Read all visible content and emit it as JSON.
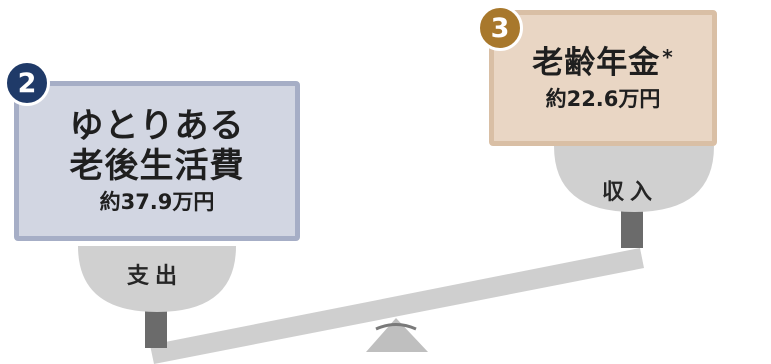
{
  "expense": {
    "badge": "2",
    "title_line1": "ゆとりある",
    "title_line2": "老後生活費",
    "amount": "約37.9万円",
    "pan_label": "支出"
  },
  "income": {
    "badge": "3",
    "title": "老齢年金",
    "title_mark": "*",
    "amount": "約22.6万円",
    "pan_label": "収入"
  },
  "colors": {
    "expense_card_bg": "#d2d6e2",
    "expense_card_border": "#a6aec6",
    "income_card_bg": "#e9d6c4",
    "income_card_border": "#d9bfa5",
    "badge_2": "#1f3a68",
    "badge_3": "#a8782c",
    "scale_gray": "#cfcfcf",
    "post_gray": "#6b6b6b"
  }
}
